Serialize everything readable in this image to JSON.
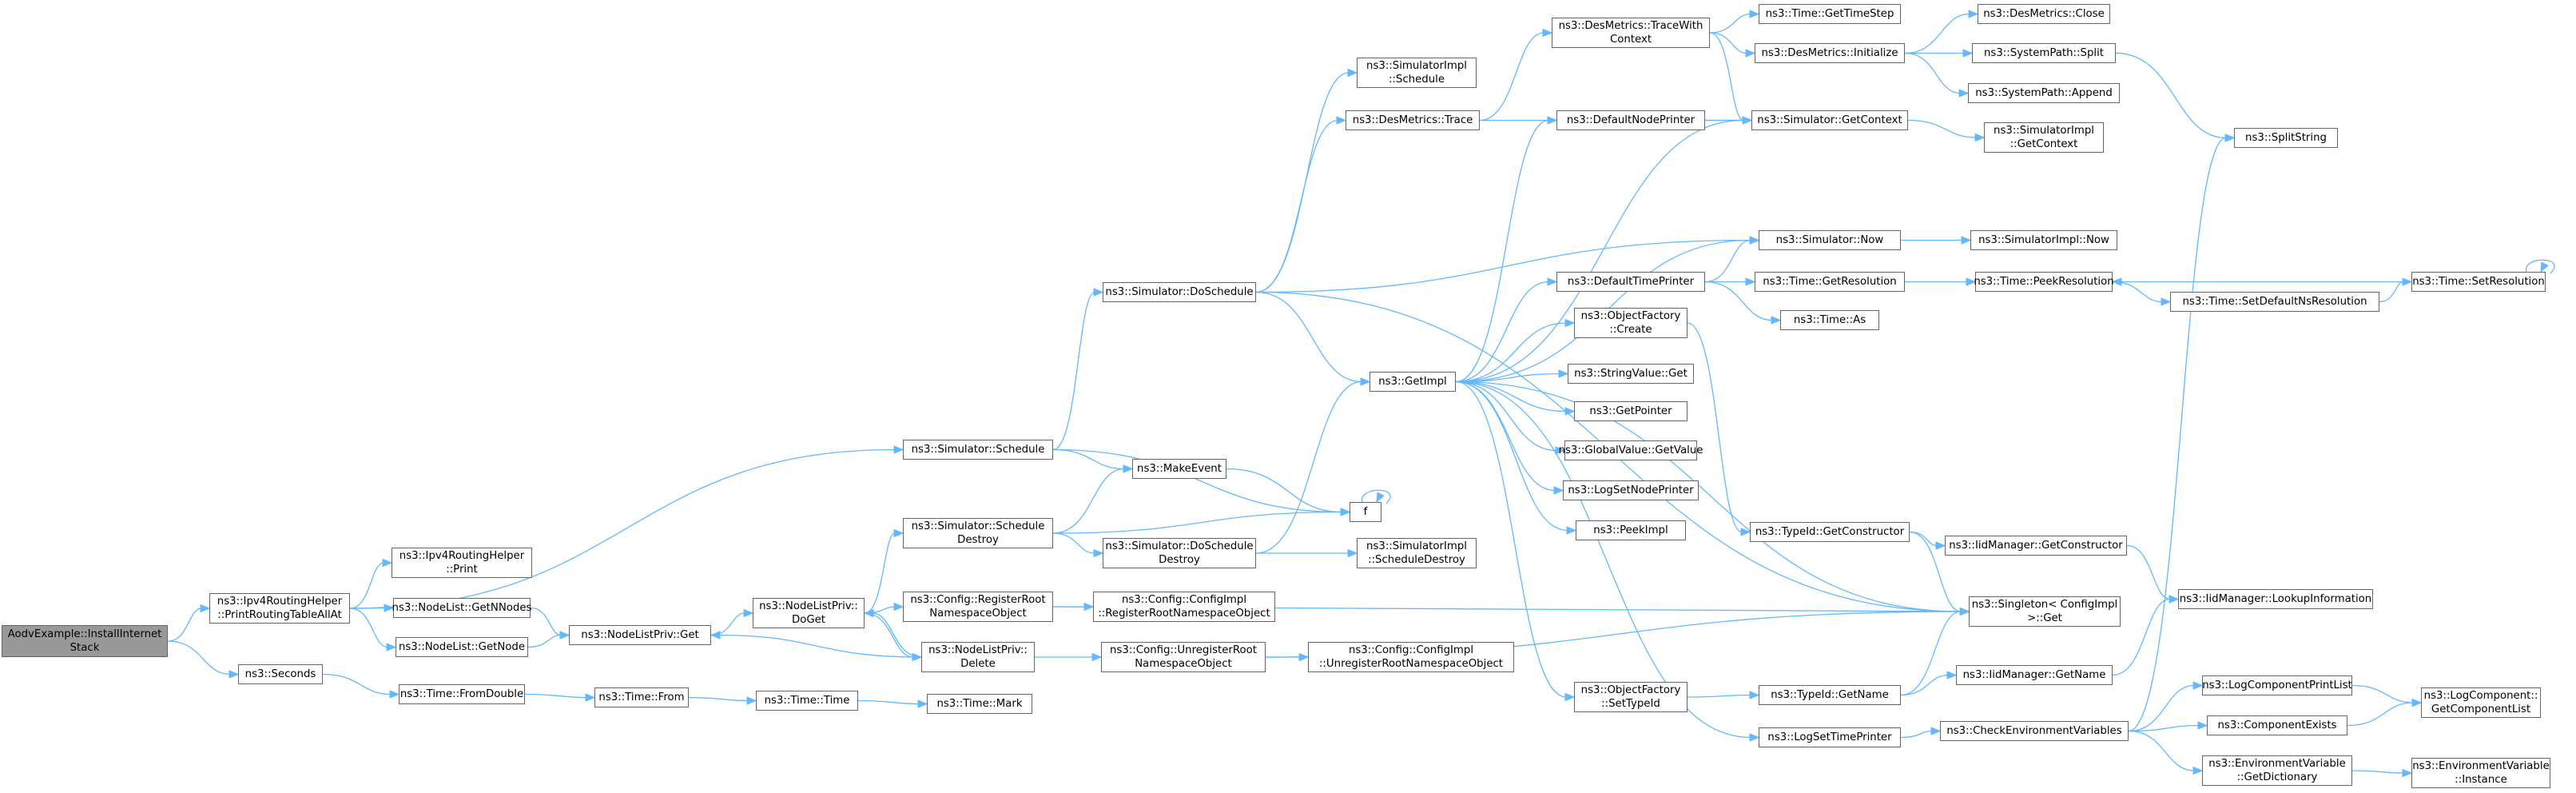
{
  "colors": {
    "edge": "#63b8ff",
    "node_border": "#666666",
    "root_fill": "#999999",
    "node_fill": "#ffffff"
  },
  "nodes": {
    "root": {
      "l1": "AodvExample::InstallInternet",
      "l2": "Stack"
    },
    "printRoutingTable": {
      "l1": "ns3::Ipv4RoutingHelper",
      "l2": "::PrintRoutingTableAllAt"
    },
    "seconds": {
      "l1": "ns3::Seconds"
    },
    "schedule": {
      "l1": "ns3::Simulator::Schedule"
    },
    "ipv4Print": {
      "l1": "ns3::Ipv4RoutingHelper",
      "l2": "::Print"
    },
    "getNNodes": {
      "l1": "ns3::NodeList::GetNNodes"
    },
    "getNode": {
      "l1": "ns3::NodeList::GetNode"
    },
    "fromDouble": {
      "l1": "ns3::Time::FromDouble"
    },
    "doSchedule": {
      "l1": "ns3::Simulator::DoSchedule"
    },
    "makeEvent": {
      "l1": "ns3::MakeEvent"
    },
    "f": {
      "l1": "f"
    },
    "privGet": {
      "l1": "ns3::NodeListPriv::Get"
    },
    "doGet": {
      "l1": "ns3::NodeListPriv::",
      "l2": "DoGet"
    },
    "scheduleDestroy": {
      "l1": "ns3::Simulator::Schedule",
      "l2": "Destroy"
    },
    "registerRoot": {
      "l1": "ns3::Config::RegisterRoot",
      "l2": "NamespaceObject"
    },
    "privDelete": {
      "l1": "ns3::NodeListPriv::",
      "l2": "Delete"
    },
    "timeFrom": {
      "l1": "ns3::Time::From"
    },
    "timeTime": {
      "l1": "ns3::Time::Time"
    },
    "timeMark": {
      "l1": "ns3::Time::Mark"
    },
    "implSchedule": {
      "l1": "ns3::SimulatorImpl",
      "l2": "::Schedule"
    },
    "desTrace": {
      "l1": "ns3::DesMetrics::Trace"
    },
    "getImpl": {
      "l1": "ns3::GetImpl"
    },
    "doScheduleDestroy": {
      "l1": "ns3::Simulator::DoSchedule",
      "l2": "Destroy"
    },
    "implScheduleDestroy": {
      "l1": "ns3::SimulatorImpl",
      "l2": "::ScheduleDestroy"
    },
    "implRegisterRoot": {
      "l1": "ns3::Config::ConfigImpl",
      "l2": "::RegisterRootNamespaceObject"
    },
    "unregisterRoot": {
      "l1": "ns3::Config::UnregisterRoot",
      "l2": "NamespaceObject"
    },
    "implUnregisterRoot": {
      "l1": "ns3::Config::ConfigImpl",
      "l2": "::UnregisterRootNamespaceObject"
    },
    "traceWithContext": {
      "l1": "ns3::DesMetrics::TraceWith",
      "l2": "Context"
    },
    "defaultNodePrinter": {
      "l1": "ns3::DefaultNodePrinter"
    },
    "defaultTimePrinter": {
      "l1": "ns3::DefaultTimePrinter"
    },
    "objFactoryCreate": {
      "l1": "ns3::ObjectFactory",
      "l2": "::Create"
    },
    "stringValueGet": {
      "l1": "ns3::StringValue::Get"
    },
    "getPointer": {
      "l1": "ns3::GetPointer"
    },
    "globalValueGet": {
      "l1": "ns3::GlobalValue::GetValue"
    },
    "logSetNodePrinter": {
      "l1": "ns3::LogSetNodePrinter"
    },
    "peekImpl": {
      "l1": "ns3::PeekImpl"
    },
    "objFactorySetTypeId": {
      "l1": "ns3::ObjectFactory",
      "l2": "::SetTypeId"
    },
    "logSetTimePrinter": {
      "l1": "ns3::LogSetTimePrinter"
    },
    "getTimeStep": {
      "l1": "ns3::Time::GetTimeStep"
    },
    "desInitialize": {
      "l1": "ns3::DesMetrics::Initialize"
    },
    "getContext": {
      "l1": "ns3::Simulator::GetContext"
    },
    "simNow": {
      "l1": "ns3::Simulator::Now"
    },
    "getResolution": {
      "l1": "ns3::Time::GetResolution"
    },
    "timeAs": {
      "l1": "ns3::Time::As"
    },
    "getConstructor": {
      "l1": "ns3::TypeId::GetConstructor"
    },
    "typeIdGetName": {
      "l1": "ns3::TypeId::GetName"
    },
    "checkEnv": {
      "l1": "ns3::CheckEnvironmentVariables"
    },
    "desClose": {
      "l1": "ns3::DesMetrics::Close"
    },
    "systemPathSplit": {
      "l1": "ns3::SystemPath::Split"
    },
    "systemPathAppend": {
      "l1": "ns3::SystemPath::Append"
    },
    "implGetContext": {
      "l1": "ns3::SimulatorImpl",
      "l2": "::GetContext"
    },
    "implNow": {
      "l1": "ns3::SimulatorImpl::Now"
    },
    "peekResolution": {
      "l1": "ns3::Time::PeekResolution"
    },
    "iidGetConstructor": {
      "l1": "ns3::IidManager::GetConstructor"
    },
    "singletonGet": {
      "l1": "ns3::Singleton< ConfigImpl",
      "l2": " >::Get"
    },
    "iidGetName": {
      "l1": "ns3::IidManager::GetName"
    },
    "splitString": {
      "l1": "ns3::SplitString"
    },
    "setDefaultNs": {
      "l1": "ns3::Time::SetDefaultNsResolution"
    },
    "iidLookup": {
      "l1": "ns3::IidManager::LookupInformation"
    },
    "logCompPrintList": {
      "l1": "ns3::LogComponentPrintList"
    },
    "componentExists": {
      "l1": "ns3::ComponentExists"
    },
    "envGetDictionary": {
      "l1": "ns3::EnvironmentVariable",
      "l2": "::GetDictionary"
    },
    "setResolution": {
      "l1": "ns3::Time::SetResolution"
    },
    "logCompGetList": {
      "l1": "ns3::LogComponent::",
      "l2": "GetComponentList"
    },
    "envInstance": {
      "l1": "ns3::EnvironmentVariable",
      "l2": "::Instance"
    }
  }
}
